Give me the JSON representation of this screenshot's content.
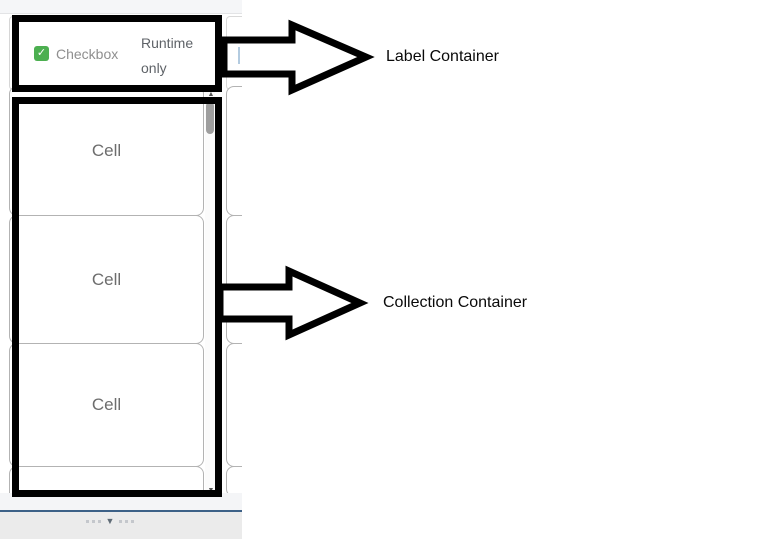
{
  "canvas": {
    "label_container": {
      "checkbox_label": "Checkbox",
      "checkbox_checked": true,
      "runtime_label": "Runtime only"
    },
    "collection_container": {
      "cells": [
        {
          "label": "Cell"
        },
        {
          "label": "Cell"
        },
        {
          "label": "Cell"
        }
      ]
    }
  },
  "annotations": {
    "label_arrow_text": "Label Container",
    "collection_arrow_text": "Collection Container"
  },
  "icons": {
    "checkbox_check": "✓",
    "splitter_collapse": "▼",
    "scroll_up": "▲",
    "scroll_down": "▼"
  },
  "colors": {
    "checkbox_green": "#4caf50",
    "annotation_black": "#000000",
    "divider_blue": "#3d6187",
    "cell_border": "#b3b3b3",
    "top_strip": "#f5f6f8",
    "bottom_bar": "#ebebeb"
  }
}
